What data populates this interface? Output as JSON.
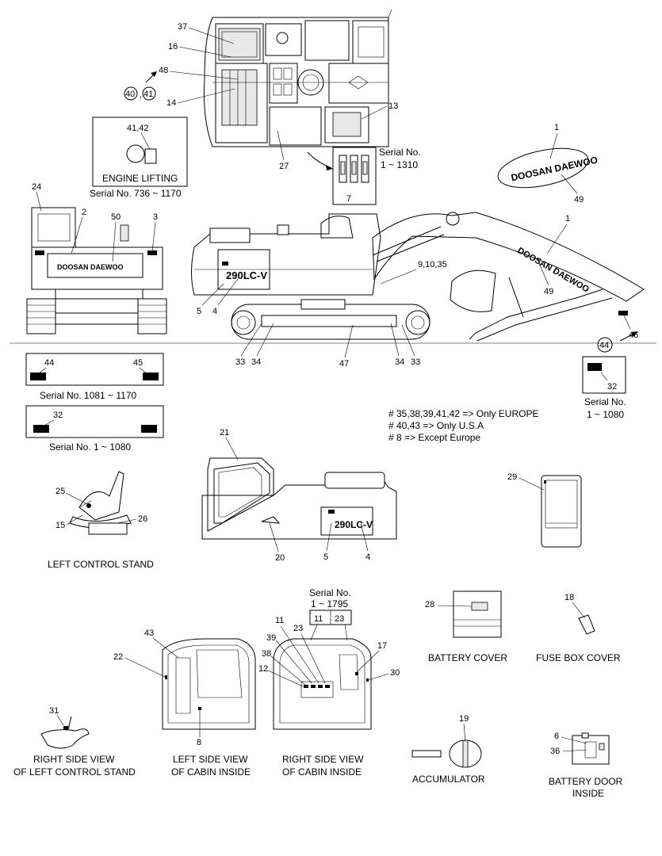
{
  "parts": {
    "p1a": "1",
    "p1b": "1",
    "p2": "2",
    "p3": "3",
    "p4a": "4",
    "p4b": "4",
    "p5a": "5",
    "p5b": "5",
    "p6": "6",
    "p7": "7",
    "p8": "8",
    "p9": "9,10,35",
    "p11a": "11",
    "p11b": "11",
    "p12": "12",
    "p13": "13",
    "p14": "14",
    "p15": "15",
    "p16": "16",
    "p17": "17",
    "p18": "18",
    "p19": "19",
    "p20": "20",
    "p21": "21",
    "p22": "22",
    "p23a": "23",
    "p23b": "23",
    "p24": "24",
    "p25": "25",
    "p26": "26",
    "p27": "27",
    "p28": "28",
    "p29": "29",
    "p30": "30",
    "p31": "31",
    "p32a": "32",
    "p32b": "32",
    "p33a": "33",
    "p33b": "33",
    "p34a": "34",
    "p34b": "34",
    "p36": "36",
    "p37": "37",
    "p38": "38",
    "p39": "39",
    "p40": "40",
    "p41": "41",
    "p4142": "41,42",
    "p43": "43",
    "p44a": "44",
    "p44b": "44",
    "p45": "45",
    "p46": "46",
    "p47": "47",
    "p48": "48",
    "p49a": "49",
    "p49b": "49",
    "p50": "50",
    "comma": ","
  },
  "captions": {
    "engine_lifting": "ENGINE LIFTING",
    "left_control_stand": "LEFT CONTROL STAND",
    "battery_cover": "BATTERY  COVER",
    "fuse_box_cover": "FUSE  BOX  COVER",
    "accumulator": "ACCUMULATOR",
    "battery_door_1": "BATTERY  DOOR",
    "battery_door_2": "INSIDE",
    "rsv_lcs_1": "RIGHT SIDE VIEW",
    "rsv_lcs_2": "OF LEFT CONTROL STAND",
    "lsv_cabin_1": "LEFT SIDE VIEW",
    "lsv_cabin_2": "OF CABIN INSIDE",
    "rsv_cabin_1": "RIGHT SIDE VIEW",
    "rsv_cabin_2": "OF CABIN INSIDE"
  },
  "serials": {
    "s736": "Serial No. 736 ~ 1170",
    "s1310_a": "Serial No.",
    "s1310_b": "1 ~ 1310",
    "s1081": "Serial No. 1081 ~ 1170",
    "s1_1080": "Serial No. 1 ~ 1080",
    "s1080_a": "Serial No.",
    "s1080_b": "1 ~ 1080",
    "s1795_a": "Serial No.",
    "s1795_b": "1 ~ 1795"
  },
  "notes": {
    "n1": "# 35,38,39,41,42 => Only EUROPE",
    "n2": "# 40,43 => Only U.S.A",
    "n3": "# 8 => Except Europe"
  },
  "decals": {
    "brand": "DOOSAN DAEWOO",
    "model": "290LC-V"
  }
}
